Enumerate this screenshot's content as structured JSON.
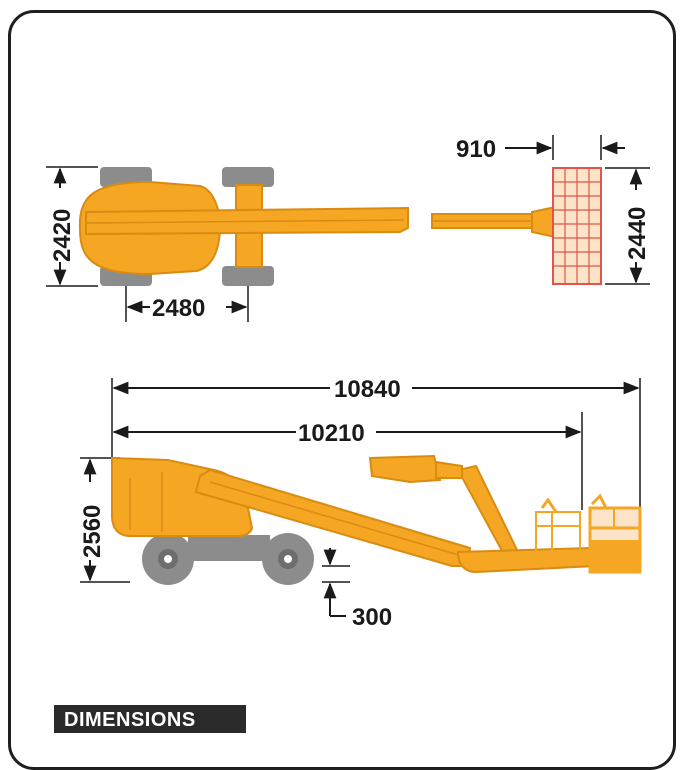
{
  "dimensions": {
    "top_view": {
      "platform_depth": "910",
      "platform_width": "2440",
      "track_width": "2420",
      "wheelbase": "2480"
    },
    "side_view": {
      "max_reach": "10840",
      "horizontal_outreach": "10210",
      "stowed_height": "2560",
      "ground_clearance": "300"
    }
  },
  "footer": {
    "label": "DIMENSIONS"
  },
  "colors": {
    "machine_body": "#f5a623",
    "machine_outline": "#d98b12",
    "tire": "#8c8c8c",
    "line": "#1a1a1a",
    "platform_grid": "#e0564a",
    "label_bg": "#2a2a2a"
  }
}
